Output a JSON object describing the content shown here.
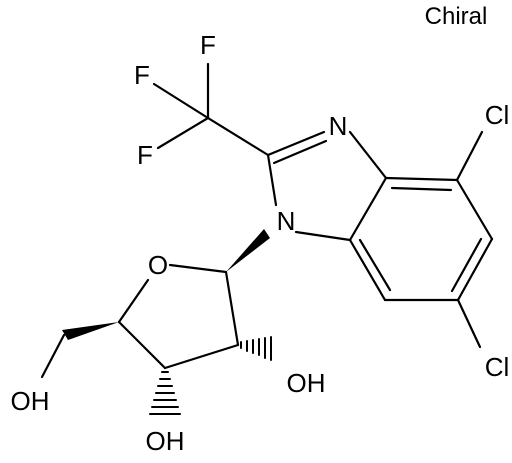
{
  "chiral_label": "Chiral",
  "atoms": {
    "f1": "F",
    "f2": "F",
    "f3": "F",
    "n3": "N",
    "n1": "N",
    "cl4": "Cl",
    "cl6": "Cl",
    "o_ring": "O",
    "oh_c5": "OH",
    "oh_c2": "OH",
    "oh_c3": "OH"
  },
  "colors": {
    "nitrogen": "#3050F8",
    "oxygen": "#FF0D0D",
    "fluorine": "#90E050",
    "chlorine": "#1FF01F",
    "bond": "#000000"
  }
}
